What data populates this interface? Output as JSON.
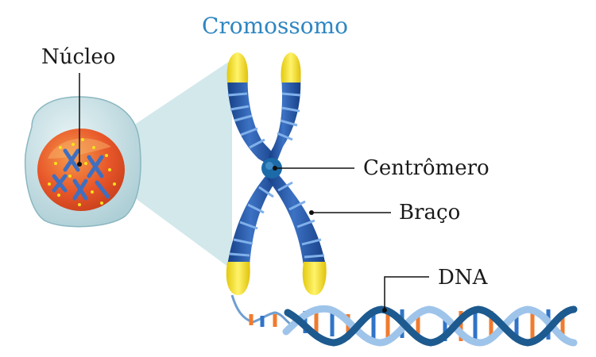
{
  "title": "Cromossomo",
  "labels": {
    "nucleus": "Núcleo",
    "centromere": "Centrômero",
    "arm": "Braço",
    "dna": "DNA"
  },
  "colors": {
    "title": "#2e86c1",
    "chromatid_dark": "#1f4fa0",
    "chromatid_light": "#6f9fe0",
    "telomere": "#f5e21b",
    "nucleus": "#e8572a",
    "cell": "#cfe6ea",
    "zoom_cone": "#b9d9de",
    "dna_backbone_blue": "#9fc4ea",
    "dna_backbone_dark": "#1d5a8f",
    "base_orange": "#f07b2e",
    "base_blue": "#2f74c8"
  }
}
